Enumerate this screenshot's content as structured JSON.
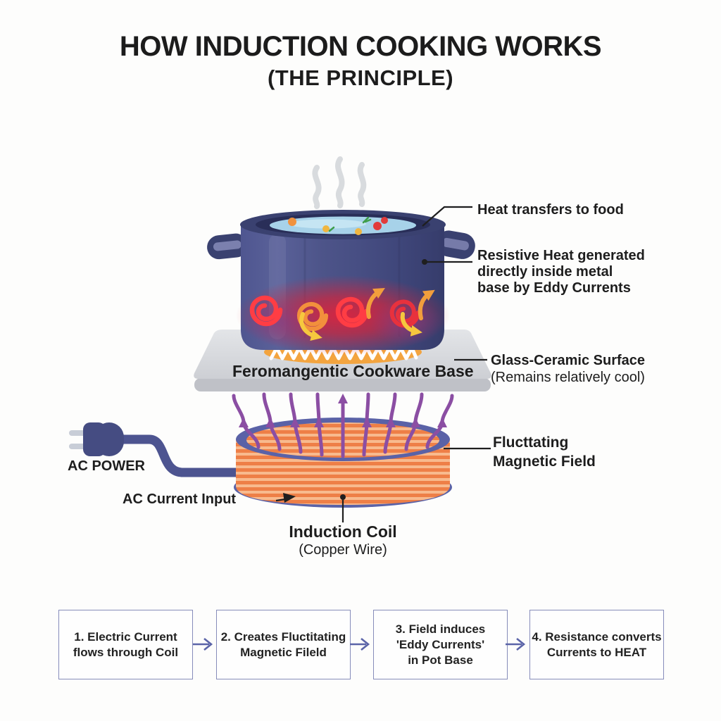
{
  "title": "HOW INDUCTION COOKING WORKS",
  "subtitle": "(THE PRINCIPLE)",
  "labels": {
    "heat_food": "Heat transfers to food",
    "resistive_1": "Resistive Heat generated",
    "resistive_2": "directly inside metal",
    "resistive_3": "base by Eddy Currents",
    "glass_1": "Glass-Ceramic Surface",
    "glass_2": "(Remains relatively cool)",
    "cookware_base": "Feromangentic Cookware Base",
    "magfield_1": "Flucttating",
    "magfield_2": "Magnetic Field",
    "ac_power": "AC POWER",
    "ac_input": "AC Current Input",
    "coil_1": "Induction Coil",
    "coil_2": "(Copper Wire)"
  },
  "flow_steps": [
    {
      "line1": "1. Electric Current",
      "line2": "flows through Coil",
      "line3": ""
    },
    {
      "line1": "2. Creates Fluctitating",
      "line2": "Magnetic Fileld",
      "line3": ""
    },
    {
      "line1": "3. Field induces",
      "line2": "'Eddy Currents'",
      "line3": "in Pot Base"
    },
    {
      "line1": "4. Resistance converts",
      "line2": "Currents to HEAT",
      "line3": ""
    }
  ],
  "colors": {
    "pot_body": "#4b5288",
    "pot_rim": "#3a4170",
    "water_blue": "#a7d2e9",
    "eddy_glow_red": "#d4243c",
    "eddy_spiral_red": "#ff3d44",
    "arrow_yellow": "#f6c83e",
    "arrow_orange": "#f29e3c",
    "surface_gray": "#d5d7db",
    "field_purple": "#8b4ea3",
    "coil_copper": "#ee7f47",
    "coil_stripe": "#f8ba8e",
    "coil_rim_indigo": "#5a62a7",
    "cord_indigo": "#4d5490",
    "contact_glow_orange": "#f3a43f",
    "steam_gray": "#d8dbde",
    "flow_box_border": "#868cba",
    "flow_arrow_indigo": "#5b64a8",
    "leader_line": "#1f1f1f",
    "text": "#1d1d1d"
  }
}
